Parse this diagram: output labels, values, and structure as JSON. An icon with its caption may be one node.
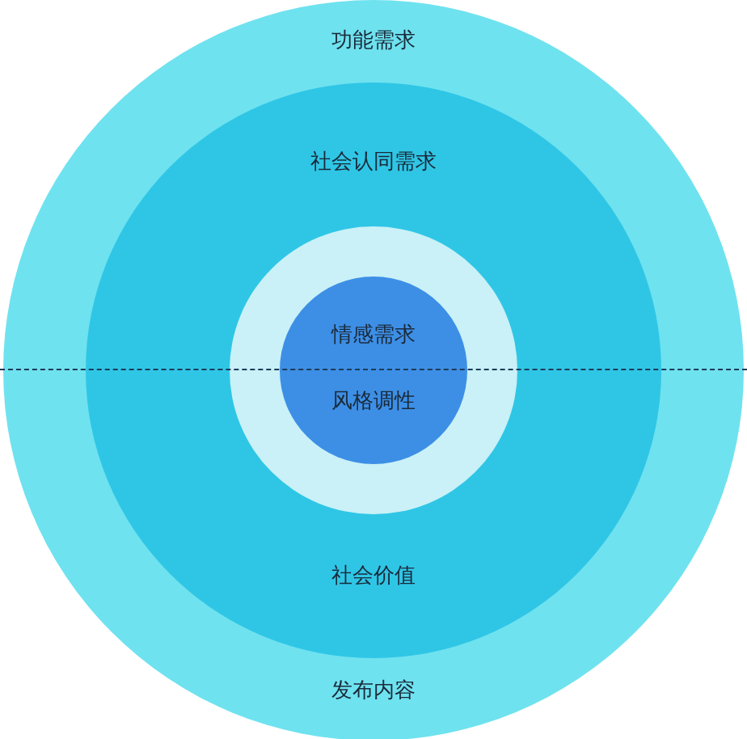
{
  "diagram": {
    "nodes": [
      {
        "text": [
          "功能需求",
          "发布内容"
        ]
      },
      {
        "text": [
          "社会认同需求",
          "社会价值"
        ],
        "in": 0
      },
      {
        "text": [],
        "shape": "circle",
        "in": 1
      },
      {
        "text": [
          "情感需求",
          "风格调性"
        ],
        "in": 2
      }
    ]
  }
}
